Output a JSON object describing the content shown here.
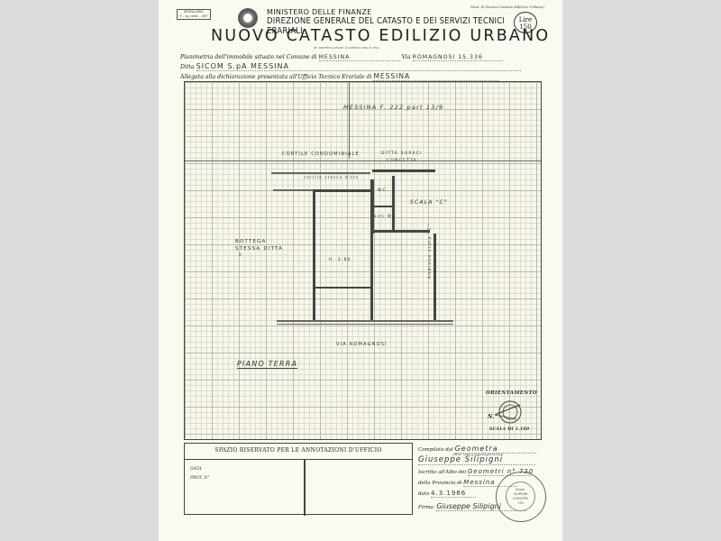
{
  "header": {
    "modulo": "MODULARIO\nF. - rg. rend. - 497",
    "mod_ref": "Mod. B (Nuovo Catasto Edilizio Urbano)",
    "ministry": "MINISTERO DELLE FINANZE",
    "directorate": "DIREZIONE GENERALE DEL CATASTO E DEI SERVIZI TECNICI ERARIALI",
    "stamp_duty": "Lire\n150",
    "title": "NUOVO CATASTO EDILIZIO URBANO",
    "decree": "(R. DECRETO-LEGGE 13 APRILE 1939, N. 652)"
  },
  "fields": {
    "planimetria_label": "Planimetria dell'immobile situato nel Comune di",
    "comune": "MESSINA",
    "via_label": "Via",
    "via": "ROMAGNOSI 15.336",
    "ditta_label": "Ditta",
    "ditta": "SICOM S.pA  MESSINA",
    "allegata_label": "Allegata alla dichiarazione presentata all'Ufficio Tecnico Erariale di",
    "ufficio": "MESSINA"
  },
  "plan": {
    "reference": "MESSINA    F. 222    part 13/9",
    "cortile": "CORTILE CONDOMINIALE",
    "ditta_confinante": "DITTA SORACI",
    "ditta_confinante_2": "CONCETTA",
    "cortile_stesso": "cortile stessa ditta",
    "wc": "WC.",
    "antiwc": "anti WC",
    "scala": "SCALA \"C\"",
    "bottega": "BOTTEGA",
    "bottega_2": "STESSA DITTA",
    "bottega_3": "2",
    "height": "H. 3.80",
    "androne": "Androne scala \"C\"",
    "street": "VIA ROMAGNOSI",
    "floor": "PIANO TERRA",
    "orientation_label": "ORIENTAMENTO",
    "north": "N.",
    "scale": "SCALA DI 1.100"
  },
  "annotations": {
    "title": "SPAZIO RISERVATO PER LE ANNOTAZIONI D'UFFICIO",
    "data_label": "DATA",
    "prot_label": "PROT. N°"
  },
  "compiler": {
    "compilata_label": "Compilata dal",
    "role": "Geometra",
    "role_hint": "(Titolo, nome e cognome del tecnico)",
    "name": "Giuseppe Silipigni",
    "iscritto_label": "Iscritto all'Albo dei",
    "albo": "Geometri n° 730",
    "provincia_label": "della Provincia di",
    "provincia": "Messina",
    "data_label": "data",
    "date": "4.3.1986",
    "firma_label": "Firma:",
    "signature": "Giuseppe Silipigni",
    "stamp_ring": "ALBO DEI GEOMETRI · MESSINA",
    "stamp_center": "Geom.\nSILIPIGNI\nGIUSEPPE\n730"
  }
}
